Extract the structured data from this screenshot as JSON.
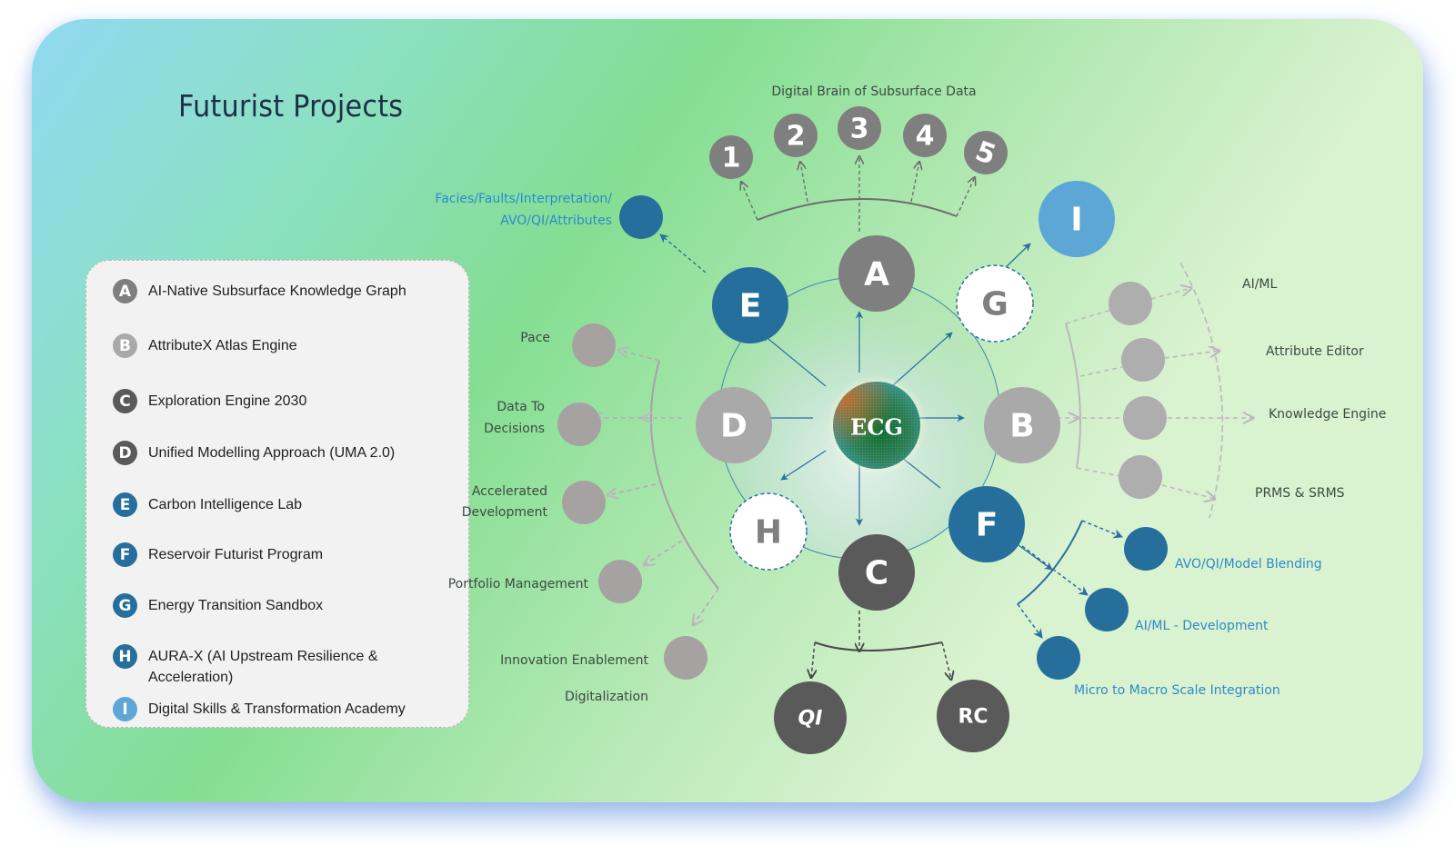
{
  "title": "Futurist Projects",
  "colors": {
    "gray_dark": "#5a5a5a",
    "gray_mid": "#7f7f7f",
    "gray_light": "#a9a9a9",
    "blue_dark": "#266f9d",
    "blue_light": "#5ca7d6",
    "label_blue": "#2e8acb",
    "leaf_gray": "#a6a2a2"
  },
  "legend": [
    {
      "letter": "A",
      "label": "AI-Native Subsurface Knowledge Graph",
      "color": "#7f7f7f"
    },
    {
      "letter": "B",
      "label": "AttributeX Atlas Engine",
      "color": "#a9a9a9"
    },
    {
      "letter": "C",
      "label": "Exploration Engine 2030",
      "color": "#5a5a5a"
    },
    {
      "letter": "D",
      "label": "Unified Modelling Approach (UMA 2.0)",
      "color": "#5a5a5a"
    },
    {
      "letter": "E",
      "label": "Carbon Intelligence Lab",
      "color": "#266f9d"
    },
    {
      "letter": "F",
      "label": "Reservoir Futurist Program",
      "color": "#266f9d"
    },
    {
      "letter": "G",
      "label": "Energy Transition Sandbox",
      "color": "#266f9d"
    },
    {
      "letter": "H",
      "label": "AURA-X (AI Upstream Resilience & Acceleration)",
      "color": "#266f9d"
    },
    {
      "letter": "I",
      "label": "Digital Skills & Transformation Academy",
      "color": "#5ca7d6"
    }
  ],
  "center": {
    "label": "ECG"
  },
  "nodes": {
    "A": {
      "letter": "A",
      "style": "gray_mid"
    },
    "B": {
      "letter": "B",
      "style": "gray_light"
    },
    "C": {
      "letter": "C",
      "style": "gray_dark"
    },
    "D": {
      "letter": "D",
      "style": "gray_light"
    },
    "E": {
      "letter": "E",
      "style": "blue_dark"
    },
    "F": {
      "letter": "F",
      "style": "blue_dark"
    },
    "G": {
      "letter": "G",
      "style": "outline"
    },
    "H": {
      "letter": "H",
      "style": "outline"
    },
    "I": {
      "letter": "I",
      "style": "blue_light"
    }
  },
  "branch_a": {
    "heading": "Digital Brain of Subsurface Data",
    "items": [
      "1",
      "2",
      "3",
      "4",
      "5"
    ]
  },
  "branch_e": {
    "label_line1": "Facies/Faults/Interpretation/",
    "label_line2": "AVO/QI/Attributes"
  },
  "branch_b": {
    "items": [
      "AI/ML",
      "Attribute Editor",
      "Knowledge Engine",
      "PRMS & SRMS"
    ]
  },
  "branch_d": {
    "items": [
      {
        "line1": "Pace",
        "line2": ""
      },
      {
        "line1": "Data To",
        "line2": "Decisions"
      },
      {
        "line1": "Accelerated",
        "line2": "Development"
      },
      {
        "line1": "Portfolio Management",
        "line2": ""
      },
      {
        "line1": "Innovation Enablement",
        "line2": ""
      }
    ],
    "footer": "Digitalization"
  },
  "branch_f": {
    "items": [
      "AVO/QI/Model Blending",
      "AI/ML - Development",
      "Micro to Macro Scale Integration"
    ]
  },
  "branch_c": {
    "items": [
      "QI",
      "RC"
    ]
  }
}
